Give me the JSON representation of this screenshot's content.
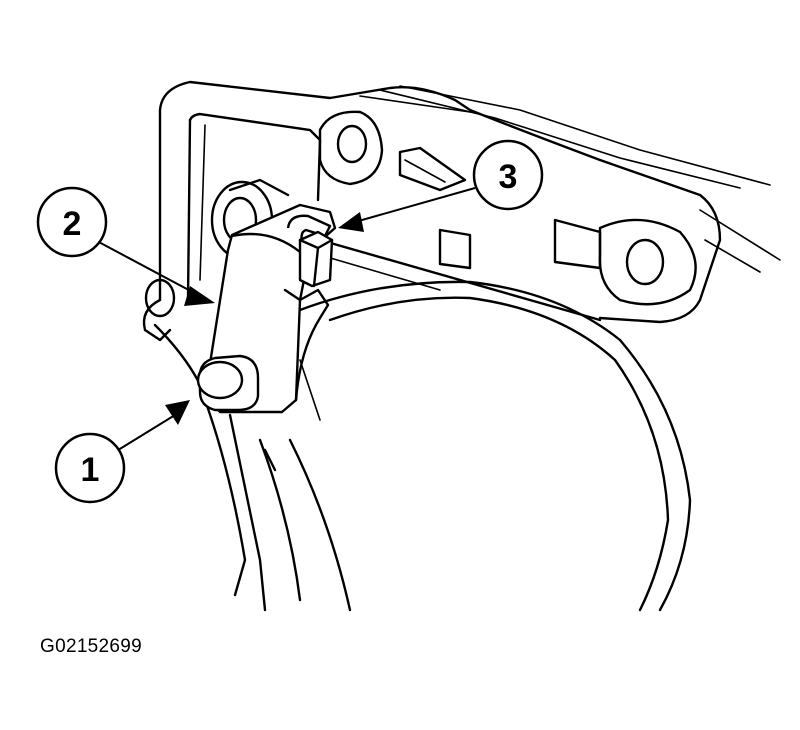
{
  "callouts": [
    {
      "id": "1",
      "label": "1"
    },
    {
      "id": "2",
      "label": "2"
    },
    {
      "id": "3",
      "label": "3"
    }
  ],
  "figure_id": "G02152699",
  "colors": {
    "ink": "#000000",
    "paper": "#ffffff"
  }
}
